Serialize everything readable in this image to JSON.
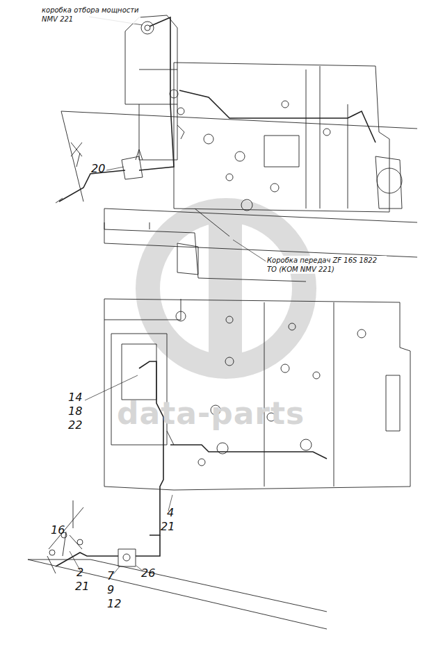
{
  "diagram": {
    "labels": [
      "коробка отбора мощности NMV 221",
      "20",
      "Коробка передач ZF 16S 1822 TO (КОМ NMV 221)",
      "14",
      "18",
      "22",
      "4",
      "21",
      "16",
      "2",
      "21",
      "7",
      "9",
      "12",
      "26",
      "data-parts"
    ]
  }
}
